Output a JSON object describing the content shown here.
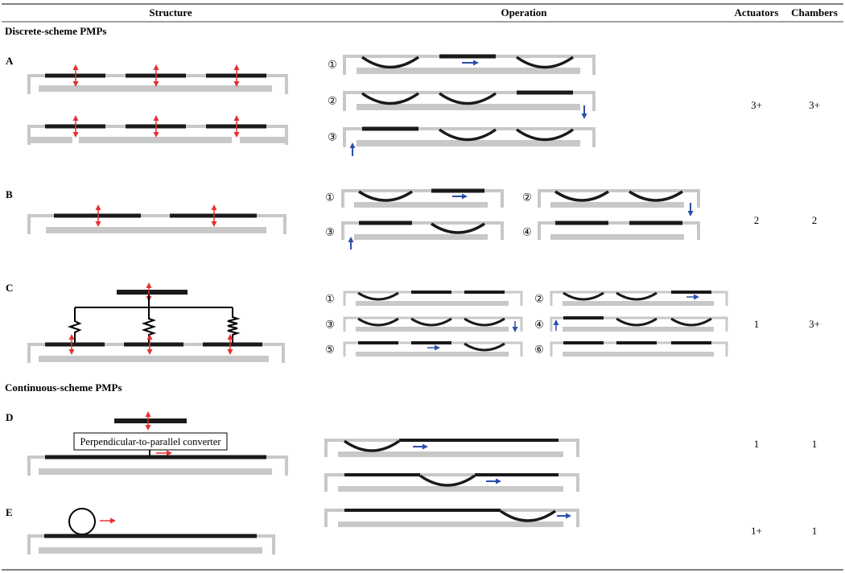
{
  "header": {
    "structure": "Structure",
    "operation": "Operation",
    "actuators": "Actuators",
    "chambers": "Chambers"
  },
  "sections": {
    "discrete": "Discrete-scheme PMPs",
    "continuous": "Continuous-scheme PMPs"
  },
  "rows": [
    {
      "label": "A",
      "actuators": "3+",
      "chambers": "3+",
      "steps": [
        "①",
        "②",
        "③"
      ]
    },
    {
      "label": "B",
      "actuators": "2",
      "chambers": "2",
      "steps": [
        "①",
        "②",
        "③",
        "④"
      ]
    },
    {
      "label": "C",
      "actuators": "1",
      "chambers": "3+",
      "steps": [
        "①",
        "②",
        "③",
        "④",
        "⑤",
        "⑥"
      ]
    },
    {
      "label": "D",
      "actuators": "1",
      "chambers": "1",
      "converter": "Perpendicular-to-parallel converter"
    },
    {
      "label": "E",
      "actuators": "1+",
      "chambers": "1"
    }
  ],
  "colors": {
    "frame": "#c8c8c8",
    "membrane": "#1a1a1a",
    "actuation": "#e53030",
    "flow": "#2b4fa8"
  }
}
